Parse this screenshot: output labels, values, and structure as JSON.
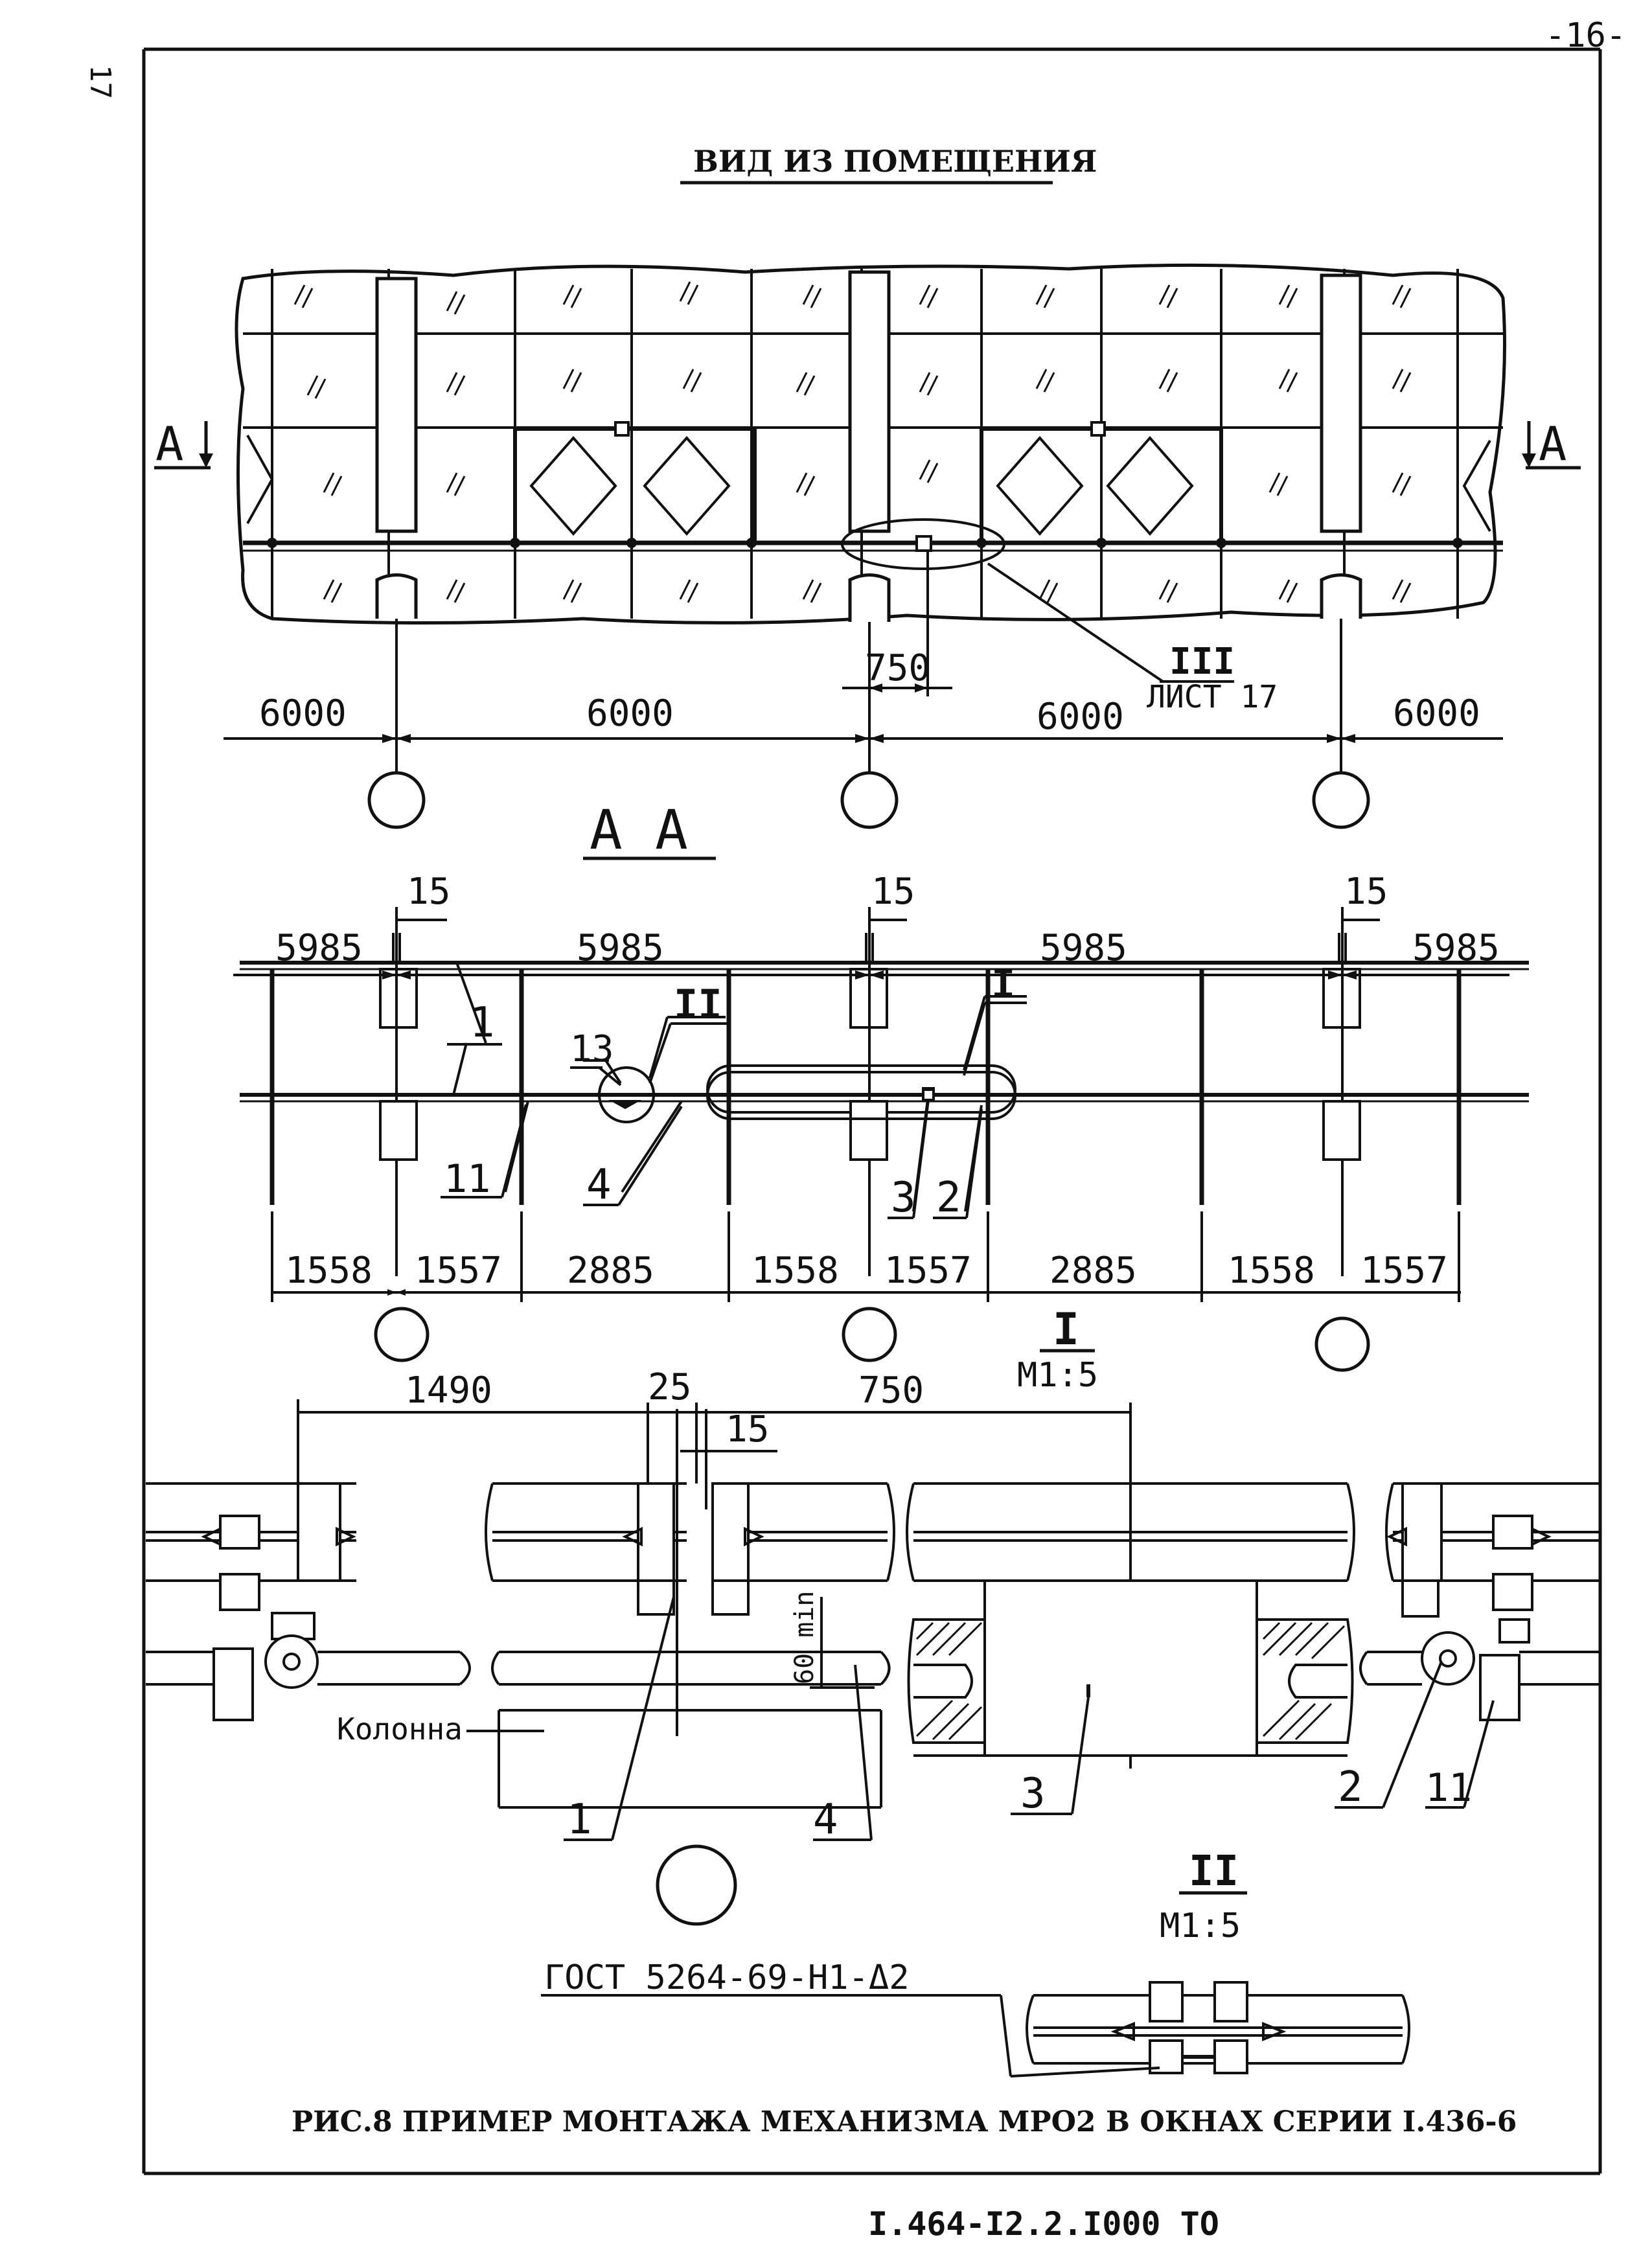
{
  "sheet": {
    "page_number": "-16-",
    "margin_mark": "17",
    "doc_code": "I.464-I2.2.I000 ТО"
  },
  "view": {
    "title": "ВИД ИЗ ПОМЕЩЕНИЯ",
    "section_mark_left": "А",
    "section_mark_right": "А",
    "callout_number": "III",
    "callout_sheet": "ЛИСТ 17",
    "dim_offset": "750",
    "spans": [
      "6000",
      "6000",
      "6000",
      "6000"
    ]
  },
  "section_aa": {
    "title": "А  А",
    "gaps": [
      "15",
      "15",
      "15"
    ],
    "spans": [
      "5985",
      "5985",
      "5985",
      "5985"
    ],
    "labels": {
      "l1": "1",
      "l13": "13",
      "lII": "II",
      "lI": "I",
      "l11": "11",
      "l4": "4",
      "l3": "3",
      "l2": "2"
    },
    "bottom_dims": [
      "1558",
      "1557",
      "2885",
      "1558",
      "1557",
      "2885",
      "1558",
      "1557"
    ]
  },
  "detail_i": {
    "title": "I",
    "scale": "М1:5",
    "dims": {
      "d1490": "1490",
      "d25": "25",
      "d750": "750",
      "d15": "15",
      "d60": "60 min"
    },
    "column_label": "Колонна",
    "labels": {
      "l1": "1",
      "l4": "4",
      "l3": "3",
      "l2": "2",
      "l11": "11"
    }
  },
  "detail_ii": {
    "title": "II",
    "scale": "М1:5",
    "gost": "ГОСТ 5264-69-Н1-Δ2"
  },
  "caption": "РИС.8 ПРИМЕР МОНТАЖА МЕХАНИЗМА МРО2 В ОКНАХ СЕРИИ I.436-6"
}
